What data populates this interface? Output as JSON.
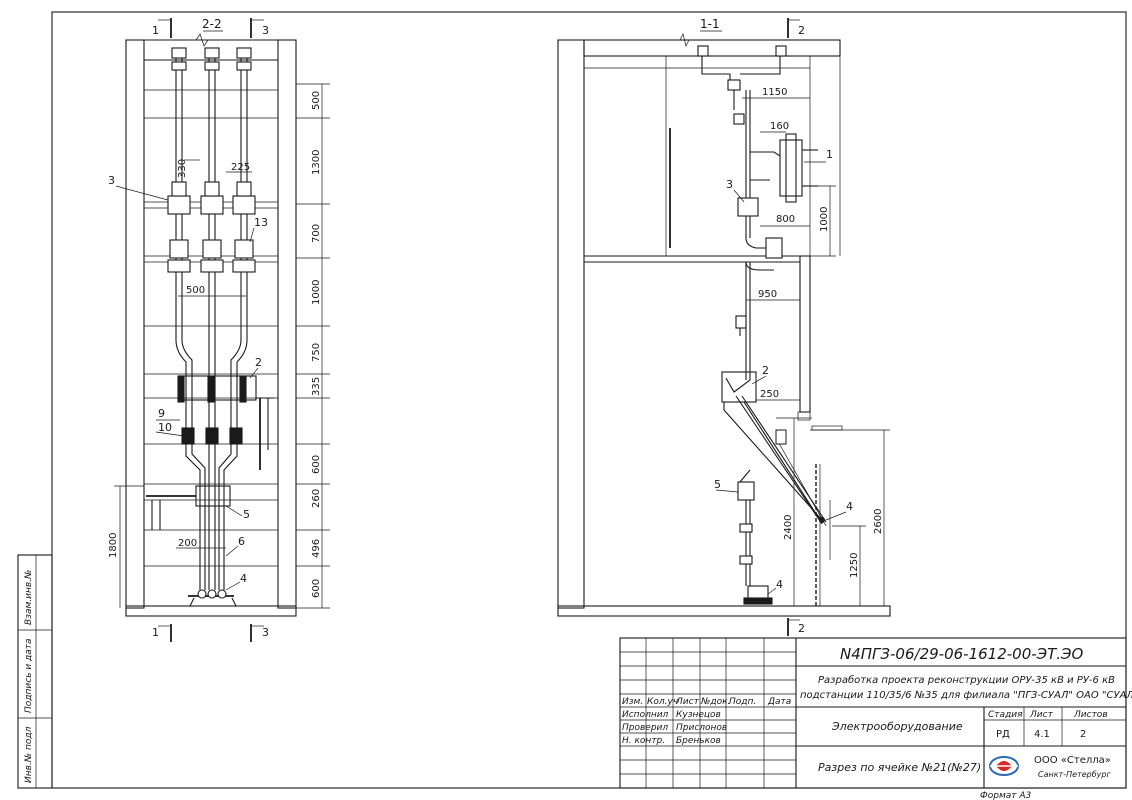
{
  "drawing": {
    "section_left": {
      "title": "2-2",
      "cut_top": [
        "1",
        "3"
      ],
      "cut_bottom": [
        "1",
        "3"
      ],
      "dims_right": [
        "500",
        "1300",
        "700",
        "1000",
        "750",
        "335",
        "600",
        "260",
        "496",
        "600"
      ],
      "dim_left": "1800",
      "dims_inner": [
        "330",
        "225",
        "500",
        "200"
      ],
      "callouts": [
        "3",
        "13",
        "2",
        "9",
        "10",
        "5",
        "6",
        "4"
      ]
    },
    "section_right": {
      "title": "1-1",
      "cut_top": "2",
      "cut_bottom": "2",
      "dims": [
        "1150",
        "160",
        "800",
        "1000",
        "950",
        "250",
        "2400",
        "1250",
        "2600"
      ],
      "callouts": [
        "1",
        "3",
        "2",
        "5",
        "4",
        "4"
      ]
    }
  },
  "side_stamp": {
    "labels": [
      "Взам.инв.№",
      "Подпись и дата",
      "Инв.№ подл"
    ]
  },
  "title_block": {
    "doc_code": "N4ПГЗ-06/29-06-1612-00-ЭТ.ЭО",
    "project_line1": "Разработка проекта реконструкции ОРУ-35 кВ и РУ-6 кВ",
    "project_line2": "подстанции 110/35/6 №35 для филиала \"ПГЗ-СУАЛ\" ОАО \"СУАЛ\"",
    "header_cols": [
      "Изм.",
      "Кол.уч",
      "Лист",
      "№док.",
      "Подп.",
      "Дата"
    ],
    "roles": [
      {
        "role": "Исполнил",
        "name": "Кузнецов"
      },
      {
        "role": "Проверил",
        "name": "Прислонов"
      },
      {
        "role": "Н. контр.",
        "name": "Бреньков"
      }
    ],
    "section_name": "Электрооборудование",
    "sheet_title": "Разрез по ячейке №21(№27)",
    "stage_label": "Стадия",
    "sheet_label": "Лист",
    "sheets_label": "Листов",
    "stage_value": "РД",
    "sheet_value": "4.1",
    "sheets_value": "2",
    "org_name": "ООО «Стелла»",
    "org_city": "Санкт-Петербург",
    "format": "Формат А3"
  },
  "colors": {
    "line": "#1a1a1a",
    "logo_red": "#d9262b",
    "logo_blue": "#2c6bb3"
  }
}
